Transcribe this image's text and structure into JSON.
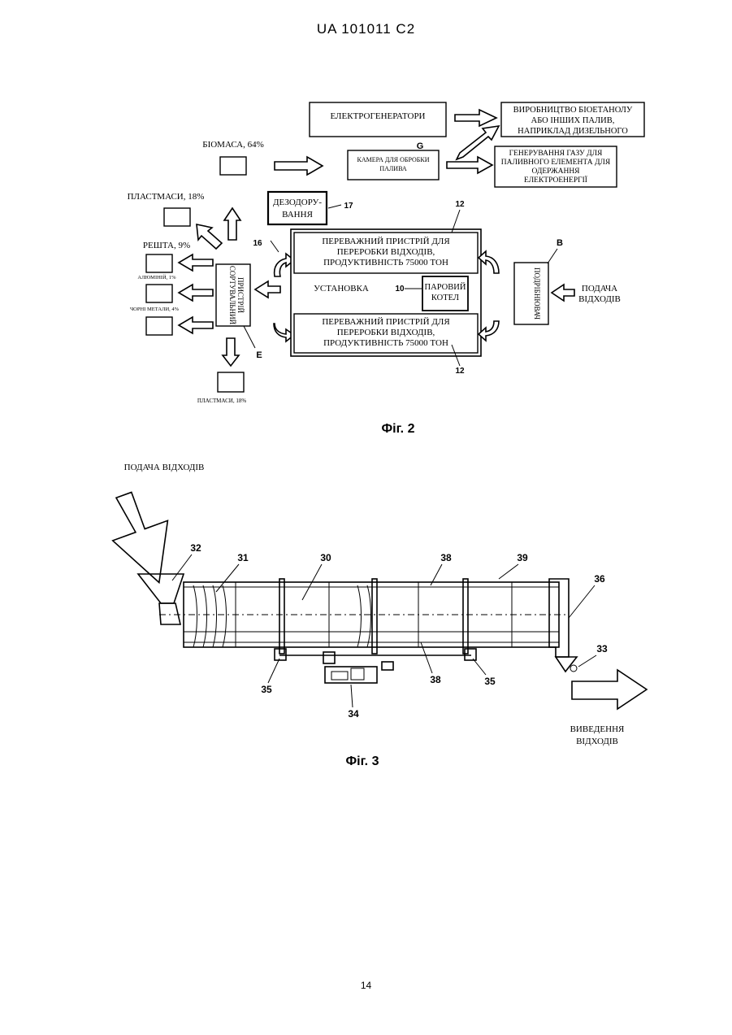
{
  "header": "UA   101011   C2",
  "fig2": {
    "caption": "Фіг. 2",
    "generators": "ЕЛЕКТРОГЕНЕРАТОРИ",
    "bioethanol": [
      "ВИРОБНИЦТВО БІОЕТАНОЛУ",
      "АБО ІНШИХ ПАЛИВ,",
      "НАПРИКЛАД ДИЗЕЛЬНОГО"
    ],
    "gas_gen": [
      "ГЕНЕРУВАННЯ ГАЗУ ДЛЯ",
      "ПАЛИВНОГО ЕЛЕМЕНТА ДЛЯ",
      "ОДЕРЖАННЯ",
      "ЕЛЕКТРОЕНЕРГІЇ"
    ],
    "biomass": "БІОМАСА, 64%",
    "chamber": [
      "КАМЕРА ДЛЯ ОБРОБКИ",
      "ПАЛИВА"
    ],
    "chamber_ref": "G",
    "plastics_top": "ПЛАСТМАСИ, 18%",
    "deodor": [
      "ДЕЗОДОРУ-",
      "ВАННЯ"
    ],
    "deodor_ref": "17",
    "rest": "РЕШТА, 9%",
    "aluminium": "АЛЮМІНІЙ, 1%",
    "ferrous": "ЧОРНІ МЕТАЛИ, 4%",
    "sorter": [
      "СОРТУВАЛЬНИЙ",
      "ПРИСТРІЙ"
    ],
    "sorter_ref": "E",
    "plastics_bottom": "ПЛАСТМАСИ, 18%",
    "ref_16": "16",
    "ref_12_top": "12",
    "ref_12_bottom": "12",
    "processor_top": [
      "ПЕРЕВАЖНИЙ ПРИСТРІЙ ДЛЯ",
      "ПЕРЕРОБКИ ВІДХОДІВ,",
      "ПРОДУКТИВНІСТЬ 75000 ТОН"
    ],
    "installation": "УСТАНОВКА",
    "ref_10": "10",
    "boiler": [
      "ПАРОВИЙ",
      "КОТЕЛ"
    ],
    "processor_bottom": [
      "ПЕРЕВАЖНИЙ ПРИСТРІЙ ДЛЯ",
      "ПЕРЕРОБКИ ВІДХОДІВ,",
      "ПРОДУКТИВНІСТЬ 75000 ТОН"
    ],
    "feeder": "ПОДРІБНЮВАЧ",
    "feeder_ref": "B",
    "waste_feed": [
      "ПОДАЧА",
      "ВІДХОДІВ"
    ]
  },
  "fig3": {
    "caption": "Фіг. 3",
    "feed_label": "ПОДАЧА ВІДХОДІВ",
    "output_label": [
      "ВИВЕДЕННЯ",
      "ВІДХОДІВ"
    ],
    "refs": {
      "r32": "32",
      "r31": "31",
      "r30": "30",
      "r38_top": "38",
      "r39": "39",
      "r36": "36",
      "r33": "33",
      "r35_left": "35",
      "r38_bottom": "38",
      "r35_right": "35",
      "r34": "34"
    }
  },
  "page_number": "14"
}
